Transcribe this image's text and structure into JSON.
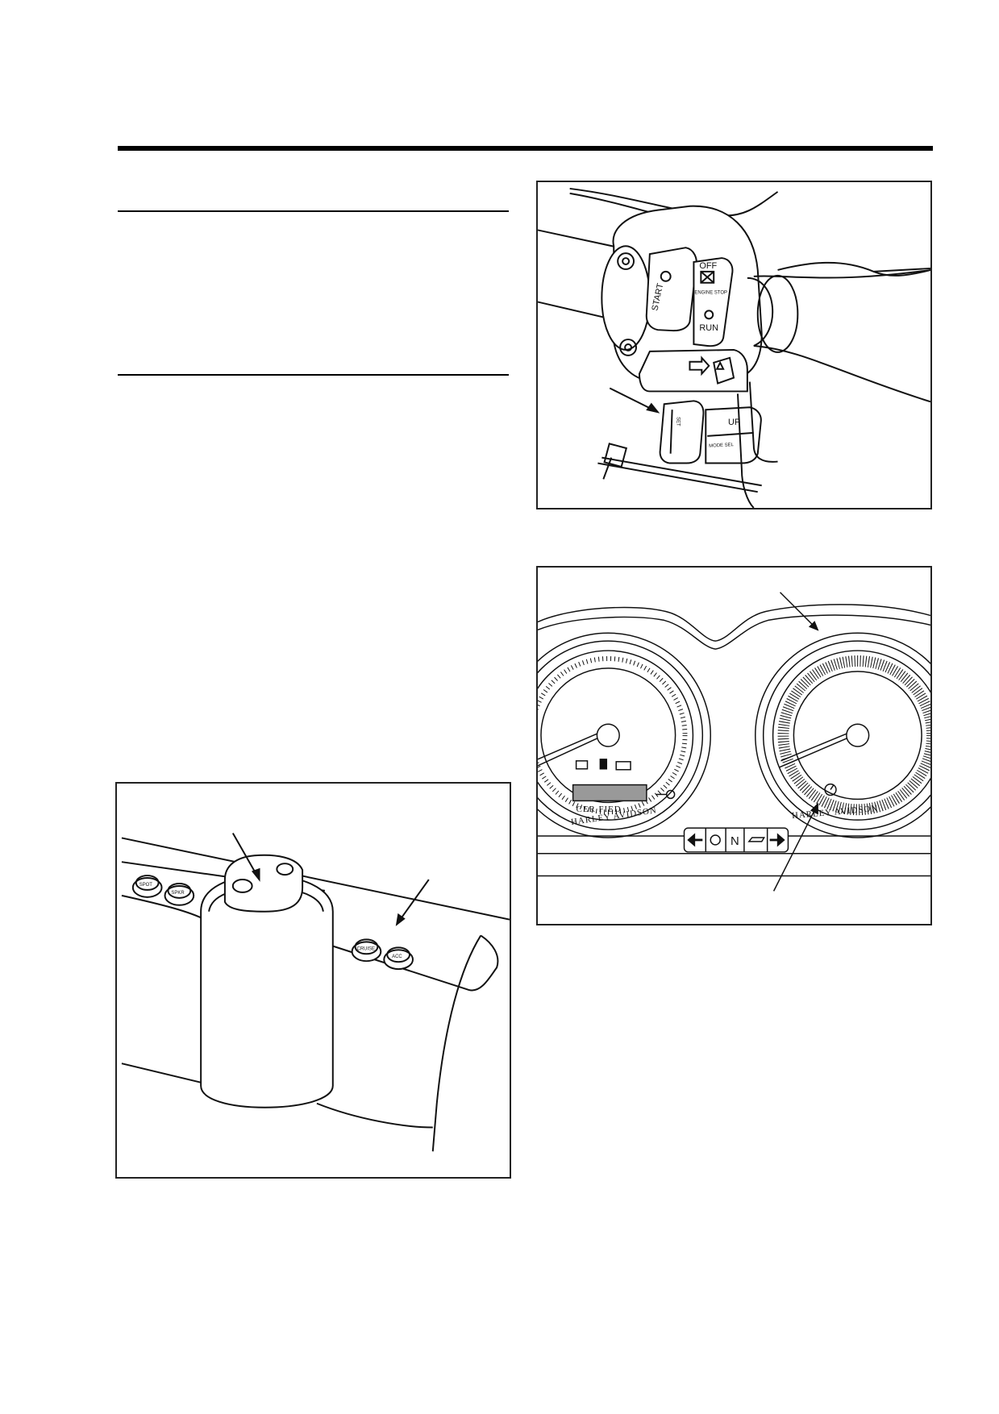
{
  "figures": {
    "handlebar": {
      "start_label": "START",
      "off_label": "OFF",
      "engine_stop_label": "ENGINE STOP",
      "run_label": "RUN",
      "set_label": "SET",
      "up_label": "UP",
      "mode_sel_label": "MODE SEL"
    },
    "gauges": {
      "certified_label": "CER   FIED",
      "harley_left_label": "HARLEY   AVIDSON",
      "harley_right_label": "HARLEY   AVIDSON",
      "neutral_label": "N"
    },
    "fairing": {
      "spot_label": "SPOT",
      "spkr_label": "SPKR",
      "cruise_label": "CRUISE",
      "acc_label": "ACC"
    }
  }
}
